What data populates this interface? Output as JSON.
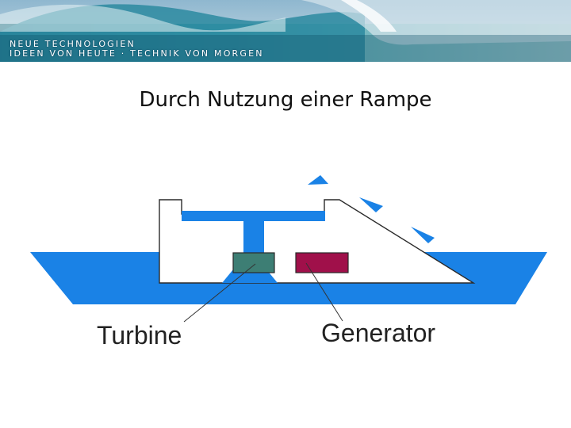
{
  "banner": {
    "line1": "NEUE TECHNOLOGIEN",
    "line2": "IDEEN VON HEUTE · TECHNIK VON MORGEN"
  },
  "title": "Durch Nutzung einer Rampe",
  "diagram": {
    "labels": {
      "turbine": "Turbine",
      "generator": "Generator"
    },
    "colors": {
      "water": "#1a82e6",
      "turbine": "#3d7e74",
      "generator": "#a0104a",
      "structure_outline": "#2a2a2a"
    }
  }
}
